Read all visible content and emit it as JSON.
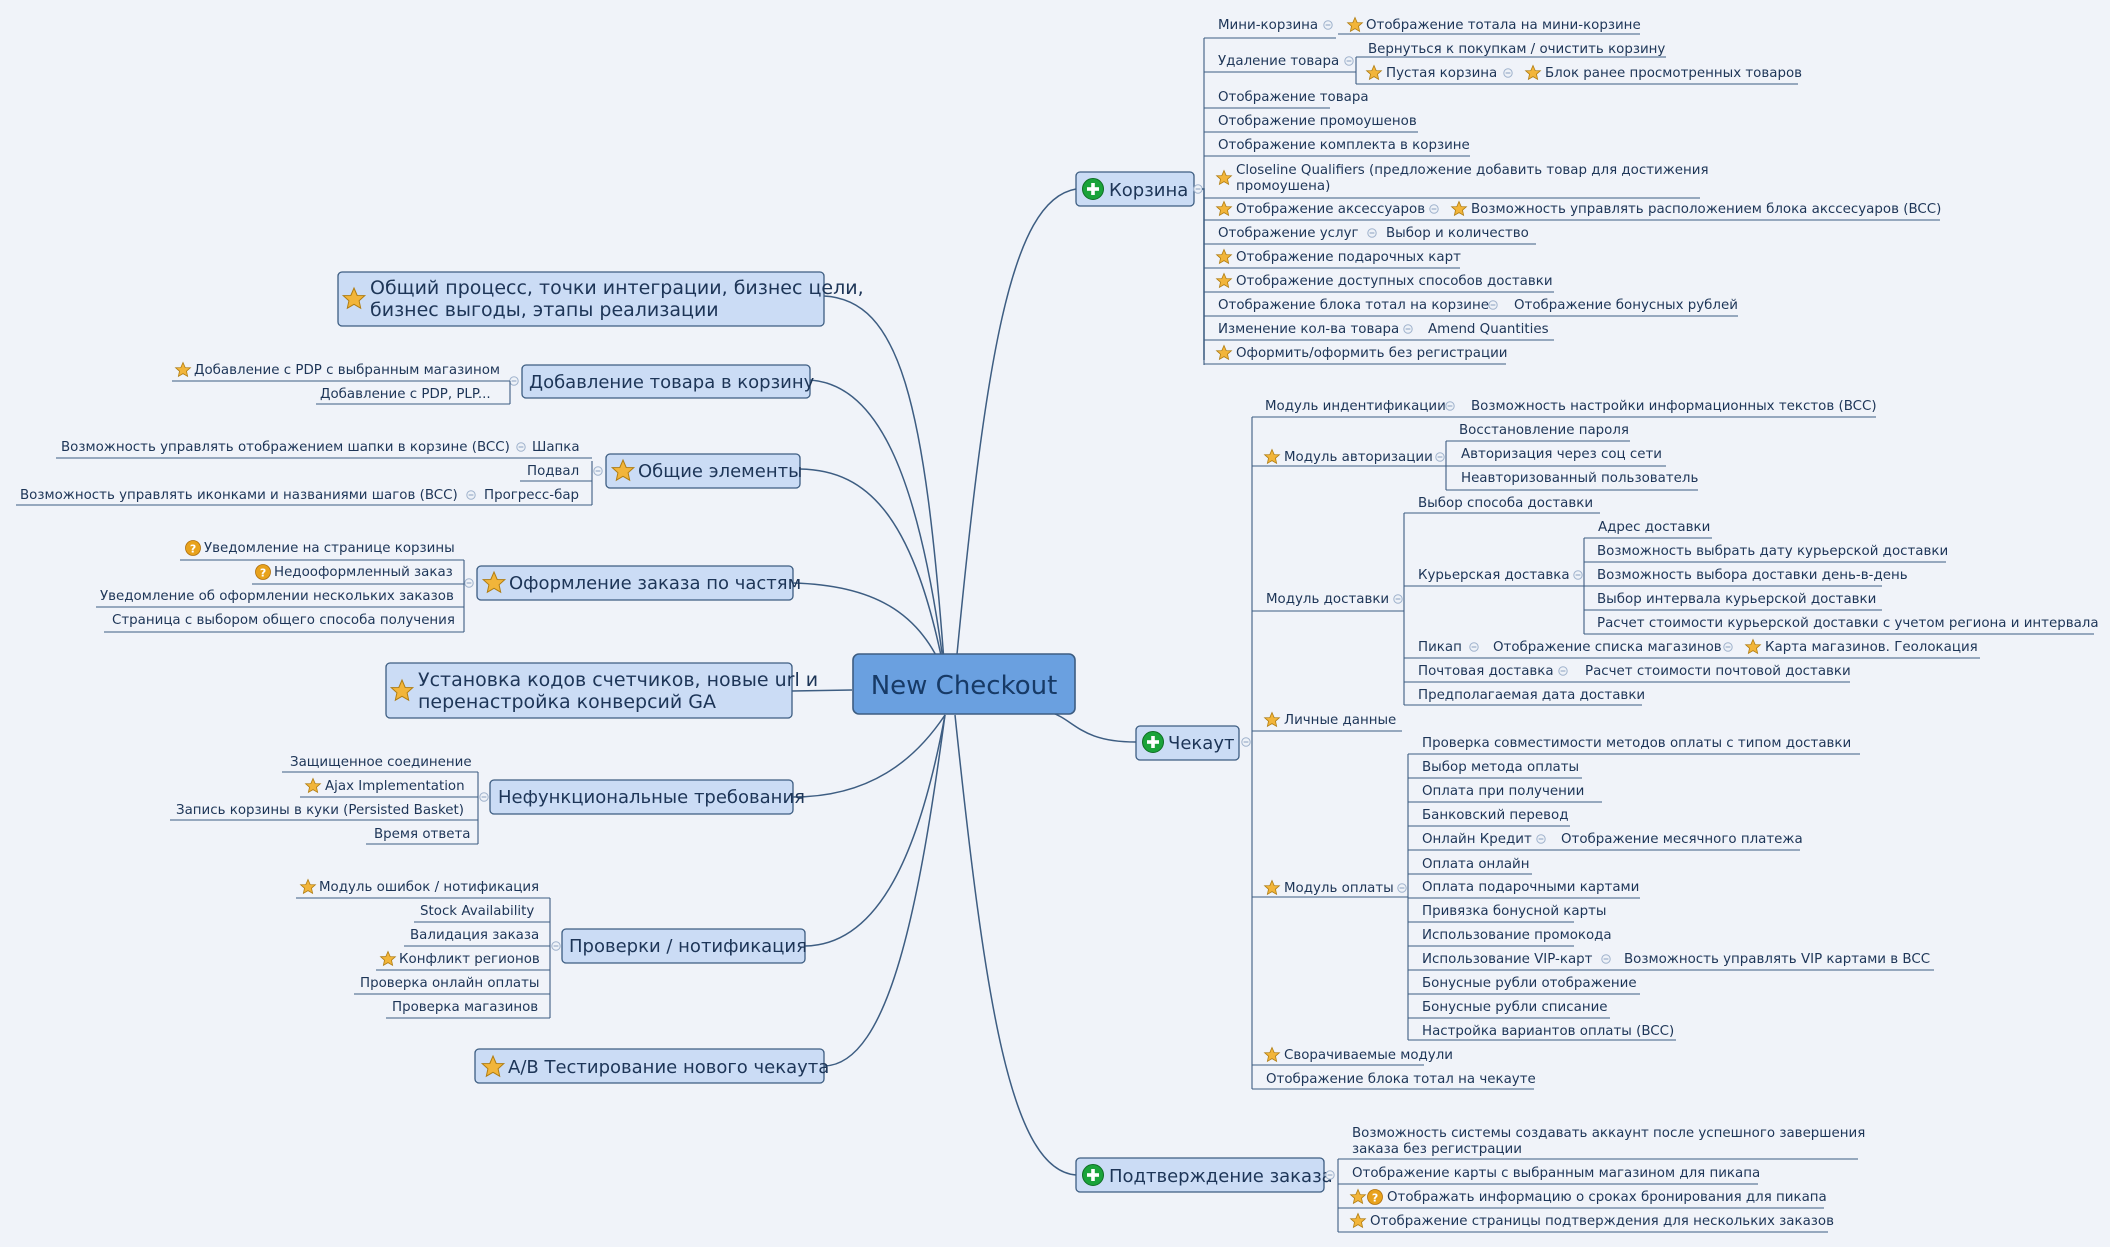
{
  "root": {
    "label": "New Checkout"
  },
  "branches": {
    "korzina": {
      "label": "Корзина",
      "items": [
        [
          "Мини-корзина",
          "Отображение тотала на мини-корзине"
        ],
        [
          "Удаление товара",
          "Вернуться к покупкам / очистить корзину",
          "Пустая корзина",
          "Блок ранее просмотренных товаров"
        ],
        [
          "Отображение товара"
        ],
        [
          "Отображение промоушенов"
        ],
        [
          "Отображение комплекта в корзине"
        ],
        [
          "Closeline Qualifiers (предложение добавить товар для достижения",
          "промоушена)"
        ],
        [
          "Отображение аксессуаров",
          "Возможность управлять расположением блока акссесуаров (BCC)"
        ],
        [
          "Отображение услуг",
          "Выбор и количество"
        ],
        [
          "Отображение подарочных карт"
        ],
        [
          "Отображение доступных способов доставки"
        ],
        [
          "Отображение блока тотал на корзине",
          "Отображение бонусных рублей"
        ],
        [
          "Изменение кол-ва товара",
          "Amend Quantities"
        ],
        [
          "Оформить/оформить без регистрации"
        ]
      ]
    },
    "checkout": {
      "label": "Чекаут",
      "ident": [
        "Модуль индентификации",
        "Возможность настройки информационных текстов (BCC)"
      ],
      "auth": [
        "Модуль авторизации",
        "Восстановление пароля",
        "Авторизация через соц сети",
        "Неавторизованный пользователь"
      ],
      "delivery": {
        "label": "Модуль доставки",
        "select": "Выбор способа доставки",
        "courier": [
          "Курьерская доставка",
          "Адрес доставки",
          "Возможность выбрать дату курьерской доставки",
          "Возможность выбора доставки день-в-день",
          "Выбор интервала курьерской доставки",
          "Расчет стоимости курьерской доставки с учетом региона и интервала"
        ],
        "pickup": [
          "Пикап",
          "Отображение списка магазинов",
          "Карта магазинов. Геолокация"
        ],
        "post": [
          "Почтовая доставка",
          "Расчет стоимости почтовой доставки"
        ],
        "date": "Предполагаемая дата доставки"
      },
      "personal": "Личные данные",
      "payment": {
        "label": "Модуль оплаты",
        "items": [
          "Проверка совместимости методов оплаты с типом доставки",
          "Выбор метода оплаты",
          "Оплата при получении",
          "Банковский перевод",
          "Онлайн Кредит",
          "Отображение месячного платежа",
          "Оплата онлайн",
          "Оплата подарочными картами",
          "Привязка бонусной карты",
          "Использование промокода",
          "Использование VIP-карт",
          "Возможность управлять VIP картами в BCC",
          "Бонусные рубли отображение",
          "Бонусные рубли списание",
          "Настройка вариантов оплаты (BCC)"
        ]
      },
      "collapsible": "Сворачиваемые модули",
      "total": "Отображение блока тотал на чекауте"
    },
    "confirm": {
      "label": "Подтверждение заказа",
      "items": [
        "Возможность системы создавать аккаунт после успешного завершения",
        "заказа без регистрации",
        "Отображение карты с выбранным магазином для пикапа",
        "Отображать информацию о сроках бронирования для пикапа",
        "Отображение страницы подтверждения для нескольких заказов"
      ]
    },
    "general": {
      "lines": [
        "Общий процесс, точки интеграции, бизнес цели,",
        "бизнес выгоды, этапы реализации"
      ]
    },
    "addtocart": {
      "label": "Добавление товара в корзину",
      "items": [
        "Добавление с PDP с выбранным магазином",
        "Добавление с PDP, PLP..."
      ]
    },
    "common": {
      "label": "Общие элементы",
      "items": [
        "Возможность управлять отображением шапки в корзине (BCC)",
        "Шапка",
        "Подвал",
        "Возможность управлять иконками и названиями шагов (BCC)",
        "Прогресс-бар"
      ]
    },
    "split": {
      "label": "Оформление заказа по частям",
      "items": [
        "Уведомление на странице корзины",
        "Недооформленный заказ",
        "Уведомление об оформлении нескольких заказов",
        "Страница с выбором общего способа получения"
      ]
    },
    "codes": {
      "lines": [
        "Установка кодов счетчиков, новые url и",
        "перенастройка конверсий GA"
      ]
    },
    "nonfunc": {
      "label": "Нефункциональные требования",
      "items": [
        "Защищенное соединение",
        "Ajax Implementation",
        "Запись корзины в куки (Persisted Basket)",
        "Время ответа"
      ]
    },
    "checks": {
      "label": "Проверки / нотификация",
      "items": [
        "Модуль ошибок / нотификация",
        "Stock Availability",
        "Валидация заказа",
        "Конфликт регионов",
        "Проверка онлайн оплаты",
        "Проверка магазинов"
      ]
    },
    "ab": {
      "label": "A/B Тестирование нового чекаута"
    }
  },
  "icons": {
    "star": "star-icon",
    "question": "question-icon",
    "plus": "plus-icon",
    "collapse": "collapse-icon"
  },
  "colors": {
    "background": "#f0f3f9",
    "line": "#3d5d82",
    "box": "#cbdcf5",
    "root": "#6aa0e0",
    "star": "#f2b53a",
    "plus": "#1aa33a"
  }
}
